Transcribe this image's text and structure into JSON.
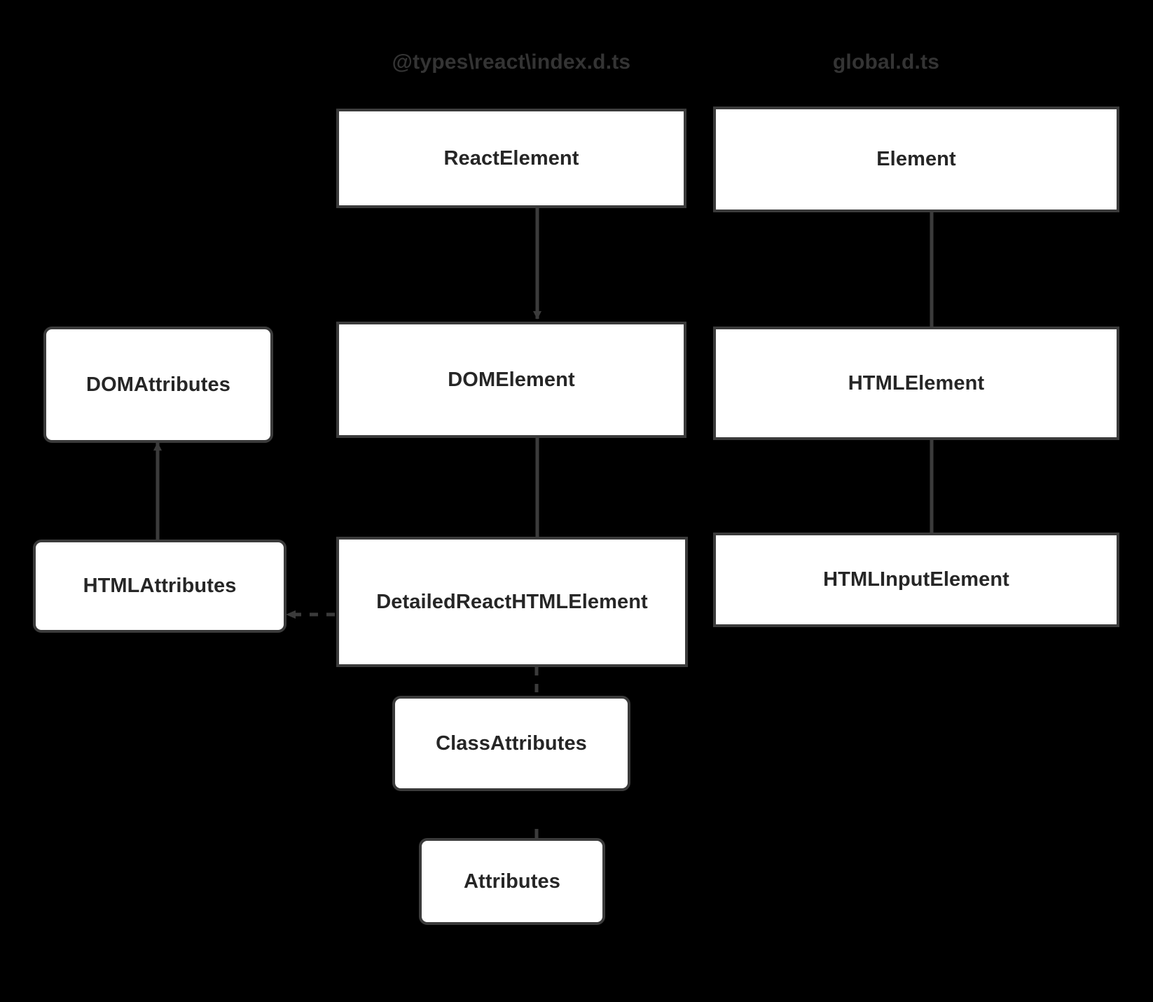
{
  "diagram": {
    "background_color": "#000000",
    "node_fill": "#ffffff",
    "node_border_color": "#3b3b3b",
    "node_text_color": "#262626",
    "group_label_color": "#343434",
    "edge_color": "#3b3b3b",
    "groups": [
      {
        "id": "types-react",
        "label": "@types\\react\\index.d.ts"
      },
      {
        "id": "global",
        "label": "global.d.ts"
      }
    ],
    "nodes": [
      {
        "id": "react-element",
        "label": "ReactElement",
        "shape": "rectangle"
      },
      {
        "id": "element",
        "label": "Element",
        "shape": "rectangle"
      },
      {
        "id": "dom-attributes",
        "label": "DOMAttributes",
        "shape": "rounded-rectangle"
      },
      {
        "id": "dom-element",
        "label": "DOMElement",
        "shape": "rectangle"
      },
      {
        "id": "html-element",
        "label": "HTMLElement",
        "shape": "rectangle"
      },
      {
        "id": "html-attributes",
        "label": "HTMLAttributes",
        "shape": "rounded-rectangle"
      },
      {
        "id": "detailed-react-html-element",
        "label": "DetailedReactHTMLElement",
        "shape": "rectangle"
      },
      {
        "id": "html-input-element",
        "label": "HTMLInputElement",
        "shape": "rectangle"
      },
      {
        "id": "class-attributes",
        "label": "ClassAttributes",
        "shape": "rounded-rectangle"
      },
      {
        "id": "attributes",
        "label": "Attributes",
        "shape": "rounded-rectangle"
      }
    ],
    "edges": [
      {
        "id": "edge-react-element-dom-element",
        "from": "ReactElement",
        "to": "DOMElement",
        "style": "solid",
        "direction": "down"
      },
      {
        "id": "edge-element-html-element",
        "from": "Element",
        "to": "HTMLElement",
        "style": "solid",
        "direction": "down"
      },
      {
        "id": "edge-dom-element-detailed",
        "from": "DOMElement",
        "to": "DetailedReactHTMLElement",
        "style": "solid",
        "direction": "down"
      },
      {
        "id": "edge-html-element-html-input-element",
        "from": "HTMLElement",
        "to": "HTMLInputElement",
        "style": "solid",
        "direction": "down"
      },
      {
        "id": "edge-html-attributes-dom-attributes",
        "from": "HTMLAttributes",
        "to": "DOMAttributes",
        "style": "solid",
        "direction": "up"
      },
      {
        "id": "edge-detailed-html-attributes",
        "from": "DetailedReactHTMLElement",
        "to": "HTMLAttributes",
        "style": "dashed",
        "direction": "left"
      },
      {
        "id": "edge-detailed-class-attributes",
        "from": "DetailedReactHTMLElement",
        "to": "ClassAttributes",
        "style": "dashed",
        "direction": "down"
      },
      {
        "id": "edge-class-attributes-attributes",
        "from": "ClassAttributes",
        "to": "Attributes",
        "style": "solid",
        "direction": "down"
      }
    ]
  }
}
